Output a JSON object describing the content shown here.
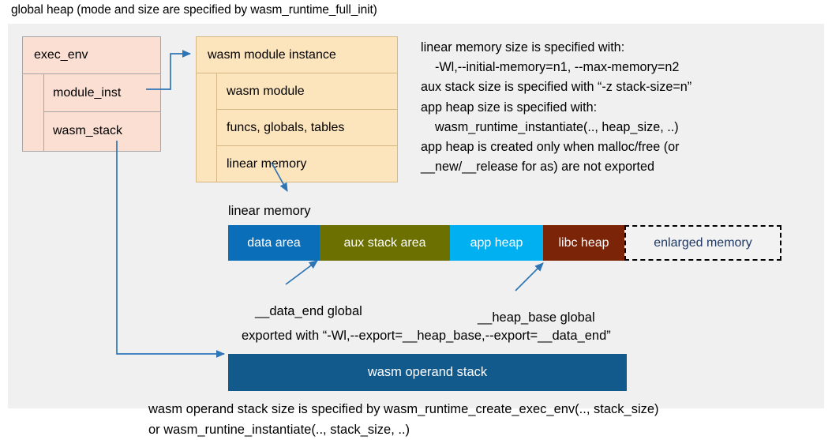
{
  "title": "global heap (mode and size are specified by wasm_runtime_full_init)",
  "exec_env": {
    "header": "exec_env",
    "rows": [
      {
        "label": "module_inst"
      },
      {
        "label": "wasm_stack"
      }
    ]
  },
  "module_instance": {
    "header": "wasm module instance",
    "rows": [
      {
        "label": "wasm module"
      },
      {
        "label": "funcs, globals, tables"
      },
      {
        "label": "linear memory"
      }
    ]
  },
  "note": "linear memory size is specified with:\n    -Wl,--initial-memory=n1, --max-memory=n2\naux stack size is specified with “-z stack-size=n”\napp heap size is specified with:\n    wasm_runtime_instantiate(.., heap_size, ..)\napp heap is created only when malloc/free (or\n__new/__release for as) are not exported",
  "linear_memory": {
    "label": "linear memory",
    "segments": [
      {
        "label": "data area",
        "color": "#0b6eb8",
        "text_color": "#ffffff",
        "width": 116
      },
      {
        "label": "aux stack area",
        "color": "#6b7000",
        "text_color": "#ffffff",
        "width": 165
      },
      {
        "label": "app heap",
        "color": "#00b0f0",
        "text_color": "#ffffff",
        "width": 118
      },
      {
        "label": "libc heap",
        "color": "#7b2408",
        "text_color": "#ffffff",
        "width": 103
      },
      {
        "label": "enlarged memory",
        "color": "#f2f2f2",
        "text_color": "#1f3864",
        "width": 199
      }
    ]
  },
  "annotations": {
    "data_end": "__data_end global",
    "heap_base": "__heap_base global",
    "exported_with": "exported with “-Wl,--export=__heap_base,--export=__data_end”"
  },
  "operand_stack": {
    "label": "wasm operand stack",
    "color": "#12598c"
  },
  "bottom_note": "wasm operand stack size is specified by wasm_runtime_create_exec_env(.., stack_size)\nor wasm_runtine_instantiate(.., stack_size, ..)",
  "colors": {
    "panel_bg": "#f0f0f0",
    "exec_env_bg": "#fbdfd3",
    "exec_env_border": "#a6a6a6",
    "module_bg": "#fce4bd",
    "module_border": "#d6b884",
    "connector": "#2e75b6"
  }
}
